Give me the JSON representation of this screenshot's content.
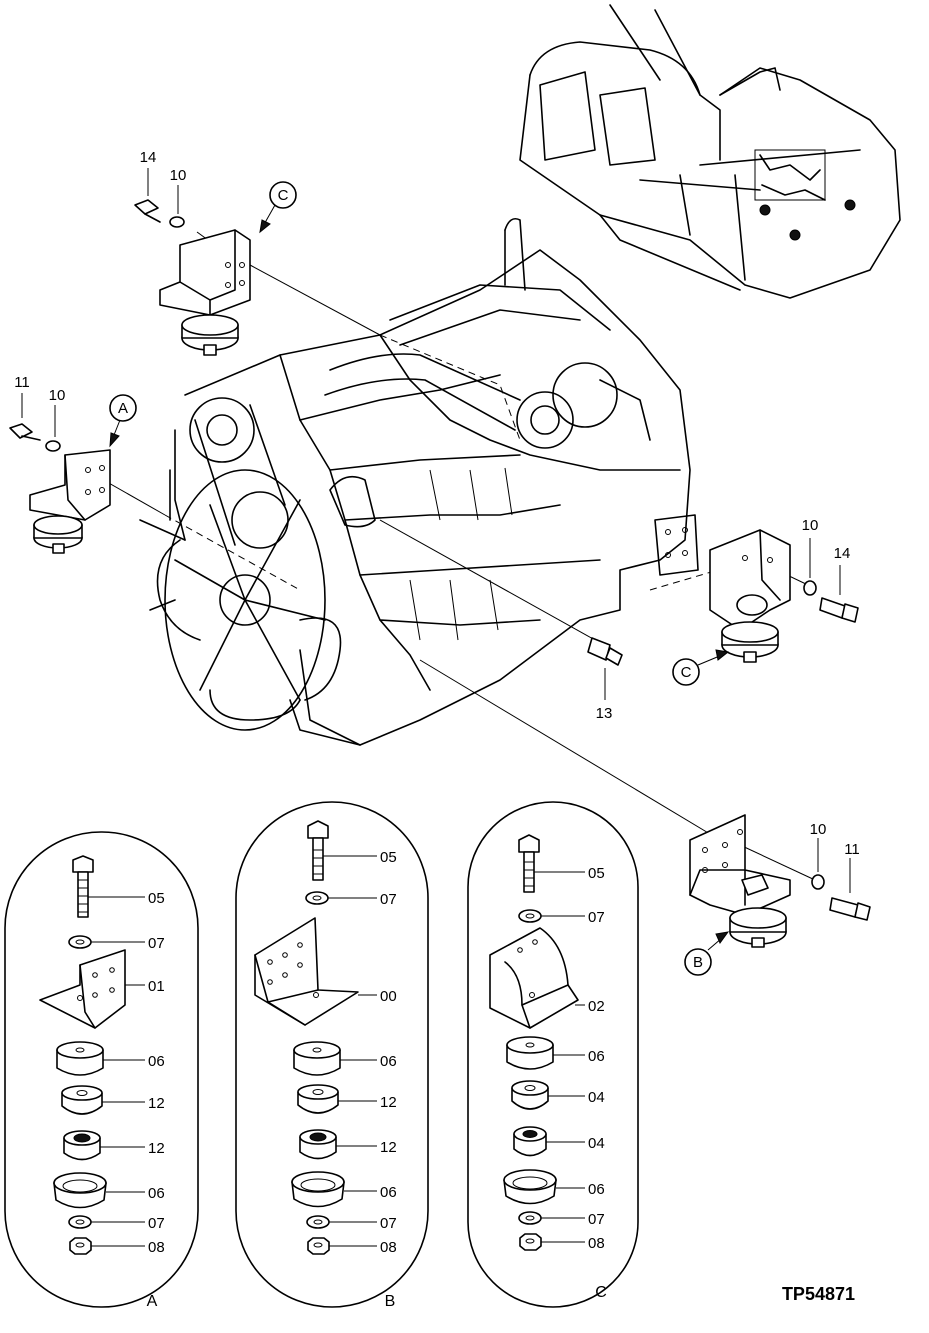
{
  "drawing_number": "TP54871",
  "callout_letters": {
    "upper_left_bracket": "C",
    "left_bracket": "A",
    "right_upper_bracket": "C",
    "right_lower_bracket": "B"
  },
  "part_numbers_on_engine": {
    "bolt_14_top": "14",
    "washer_10_top": "10",
    "bolt_11_left": "11",
    "washer_10_left": "10",
    "washer_10_right": "10",
    "bolt_14_right": "14",
    "sensor_13": "13",
    "washer_10_lower_right": "10",
    "bolt_11_lower_right": "11"
  },
  "exploded_views": [
    {
      "caption": "A",
      "labels": [
        "05",
        "07",
        "01",
        "06",
        "12",
        "12",
        "06",
        "07",
        "08"
      ]
    },
    {
      "caption": "B",
      "labels": [
        "05",
        "07",
        "00",
        "06",
        "12",
        "12",
        "06",
        "07",
        "08"
      ]
    },
    {
      "caption": "C",
      "labels": [
        "05",
        "07",
        "02",
        "06",
        "04",
        "04",
        "06",
        "07",
        "08"
      ]
    }
  ]
}
